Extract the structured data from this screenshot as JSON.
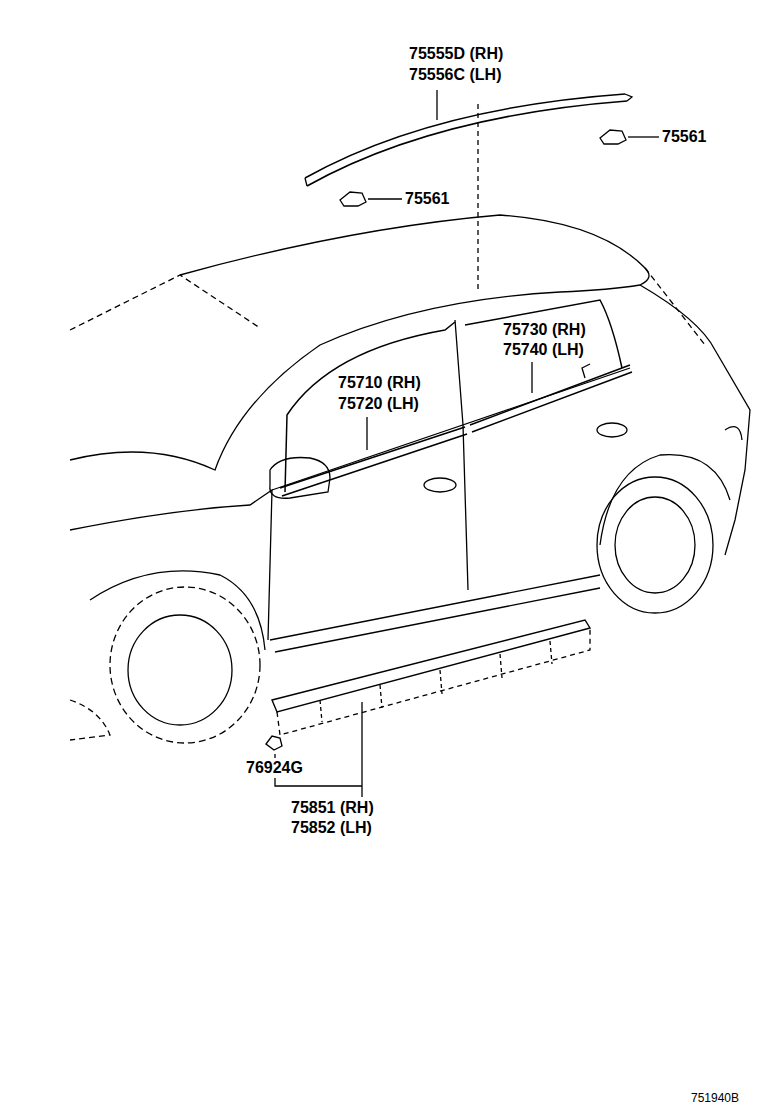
{
  "diagram": {
    "labels": [
      "75555D (RH)",
      "75556C (LH)",
      "75561",
      "75561",
      "75730 (RH)",
      "75740 (LH)",
      "75710 (RH)",
      "75720 (LH)",
      "76924G",
      "75851 (RH)",
      "75852 (LH)",
      "751940B"
    ]
  }
}
